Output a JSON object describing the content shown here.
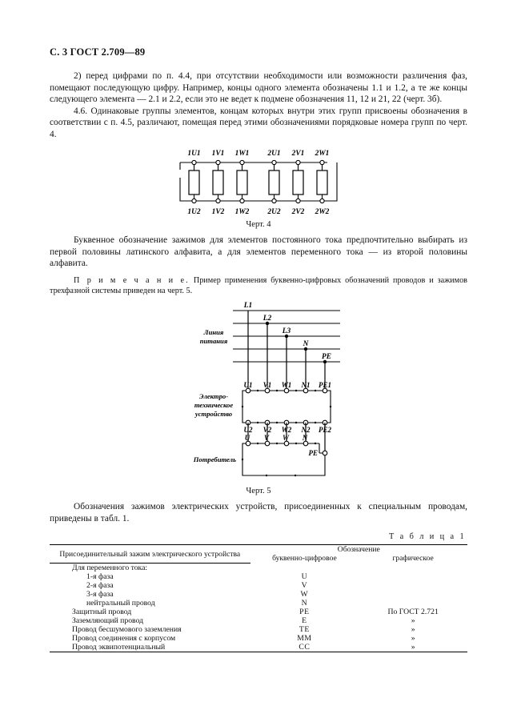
{
  "header": {
    "page_mark": "С. 3 ГОСТ 2.709—89"
  },
  "body": {
    "para_1": "2)  перед цифрами по п. 4.4, при отсутствии необходимости или возможности различения фаз, помещают последующую цифру. Например, концы одного элемента обозначены 1.1 и 1.2, а те же концы следующего элемента — 2.1 и 2.2, если это не ведет к подмене обозначения 11, 12 и 21, 22 (черт. 3б).",
    "para_2": "4.6.  Одинаковые группы элементов, концам которых внутри этих групп присвоены обозначения в соответствии с п. 4.5, различают, помещая перед этими обозначениями порядковые номера групп по черт. 4.",
    "para_3": "Буквенное обозначение зажимов для элементов постоянного тока предпочтительно выбирать из первой половины латинского алфавита, а для элементов переменного тока — из второй половины алфавита.",
    "note_label": "П р и м е ч а н и е.",
    "note_text": " Пример применения буквенно-цифровых обозначений проводов и зажимов трехфазной системы приведен на черт. 5.",
    "para_4": "Обозначения зажимов электрических устройств, присоединенных к специальным проводам, приведены в табл. 1."
  },
  "figure4": {
    "caption": "Черт. 4",
    "top_labels": [
      "1U1",
      "1V1",
      "1W1",
      "2U1",
      "2V1",
      "2W1"
    ],
    "bottom_labels": [
      "1U2",
      "1V2",
      "1W2",
      "2U2",
      "2V2",
      "2W2"
    ]
  },
  "figure5": {
    "caption": "Черт. 5",
    "supply_label_line1": "Линия",
    "supply_label_line2": "питания",
    "device_label_line1": "Электро-",
    "device_label_line2": "техническое",
    "device_label_line3": "устройство",
    "consumer_label": "Потребитель",
    "bus_labels": [
      "L1",
      "L2",
      "L3",
      "N",
      "PE"
    ],
    "device_top_terminals": [
      "U1",
      "V1",
      "W1",
      "N1",
      "PE1"
    ],
    "device_bottom_terminals": [
      "U2",
      "V2",
      "W2",
      "N2",
      "PE2"
    ],
    "consumer_terminals": [
      "U",
      "V",
      "W",
      "N"
    ],
    "consumer_pe": "PE"
  },
  "table": {
    "label": "Т а б л и ц а 1",
    "head_col1": "Присоединительный зажим электрического устройства",
    "head_group": "Обозначение",
    "head_col2": "буквенно-цифровое",
    "head_col3": "графическое",
    "rows": [
      {
        "name": "Для переменного тока:",
        "code": "",
        "graphic": "",
        "indent": 0
      },
      {
        "name": "1-я фаза",
        "code": "U",
        "graphic": "",
        "indent": 1
      },
      {
        "name": "2-я фаза",
        "code": "V",
        "graphic": "",
        "indent": 1
      },
      {
        "name": "3-я фаза",
        "code": "W",
        "graphic": "",
        "indent": 1
      },
      {
        "name": "нейтральный провод",
        "code": "N",
        "graphic": "",
        "indent": 1
      },
      {
        "name": "Защитный провод",
        "code": "PE",
        "graphic": "По ГОСТ 2.721",
        "indent": 0
      },
      {
        "name": "Заземляющий провод",
        "code": "E",
        "graphic": "»",
        "indent": 0
      },
      {
        "name": "Провод бесшумового заземления",
        "code": "TE",
        "graphic": "»",
        "indent": 0
      },
      {
        "name": "Провод соединения с корпусом",
        "code": "MM",
        "graphic": "»",
        "indent": 0
      },
      {
        "name": "Провод эквипотенциальный",
        "code": "CC",
        "graphic": "»",
        "indent": 0
      }
    ]
  }
}
